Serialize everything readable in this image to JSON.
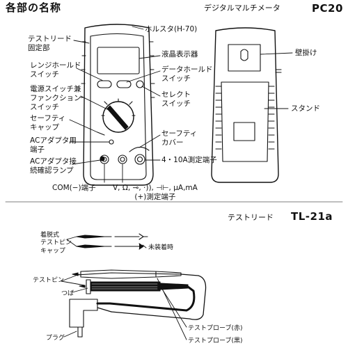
{
  "header": {
    "title": "各部の名称",
    "product_type": "デジタルマルチメータ",
    "model": "PC20"
  },
  "meter_labels": {
    "holster": "ホルスタ(H-70)",
    "lead_holder": "テストリード\n固定部",
    "lcd": "液晶表示器",
    "range_hold": "レンジホールド\nスイッチ",
    "data_hold": "データホールド\nスイッチ",
    "select": "セレクト\nスイッチ",
    "power_function": "電源スイッチ兼\nファンクション\nスイッチ",
    "safety_cap": "セーフティ\nキャップ",
    "ac_adapter_jack": "ACアダプタ用\n端子",
    "ac_adapter_lamp": "ACアダプタ接\n続確認ランプ",
    "safety_cover": "セーフティ\nカバー",
    "terminal_4_10a": "4・10A測定端子",
    "com_terminal": "COM(−)端子",
    "measure_terminal": "V, Ω, ⊸, ·)), ⊣⊢, μA,mA\n(+)測定端子"
  },
  "back_labels": {
    "wall_hook": "壁掛け",
    "stand": "スタンド"
  },
  "leads_header": {
    "title": "テストリード",
    "model": "TL-21a"
  },
  "leads_labels": {
    "cap_attached": "着脱式\nテストピン\nキャップ",
    "not_attached": "未装着時",
    "test_pin": "テストピン",
    "flange": "つば",
    "probe_red": "テストプローブ(赤)",
    "probe_black": "テストプローブ(黒)",
    "plug": "プラグ"
  }
}
